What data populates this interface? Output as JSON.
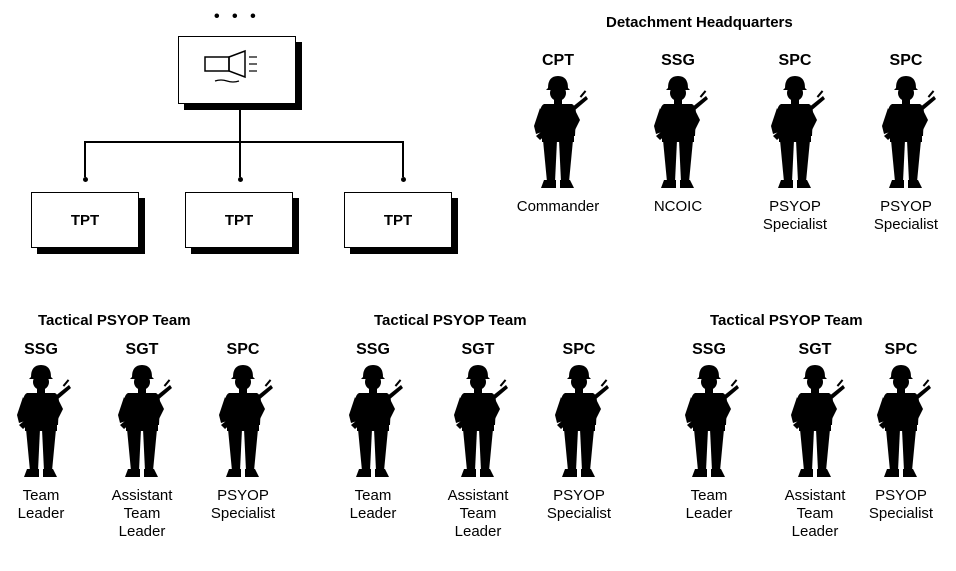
{
  "org_chart": {
    "ellipsis": "• • •",
    "boxes": [
      "TPT",
      "TPT",
      "TPT"
    ]
  },
  "detachment_hq": {
    "title": "Detachment Headquarters",
    "members": [
      {
        "rank": "CPT",
        "role": "Commander"
      },
      {
        "rank": "SSG",
        "role": "NCOIC"
      },
      {
        "rank": "SPC",
        "role": "PSYOP\nSpecialist"
      },
      {
        "rank": "SPC",
        "role": "PSYOP\nSpecialist"
      }
    ]
  },
  "teams": [
    {
      "title": "Tactical PSYOP Team",
      "members": [
        {
          "rank": "SSG",
          "role": "Team\nLeader"
        },
        {
          "rank": "SGT",
          "role": "Assistant\nTeam\nLeader"
        },
        {
          "rank": "SPC",
          "role": "PSYOP\nSpecialist"
        }
      ]
    },
    {
      "title": "Tactical PSYOP Team",
      "members": [
        {
          "rank": "SSG",
          "role": "Team\nLeader"
        },
        {
          "rank": "SGT",
          "role": "Assistant\nTeam\nLeader"
        },
        {
          "rank": "SPC",
          "role": "PSYOP\nSpecialist"
        }
      ]
    },
    {
      "title": "Tactical PSYOP Team",
      "members": [
        {
          "rank": "SSG",
          "role": "Team\nLeader"
        },
        {
          "rank": "SGT",
          "role": "Assistant\nTeam\nLeader"
        },
        {
          "rank": "SPC",
          "role": "PSYOP\nSpecialist"
        }
      ]
    }
  ]
}
